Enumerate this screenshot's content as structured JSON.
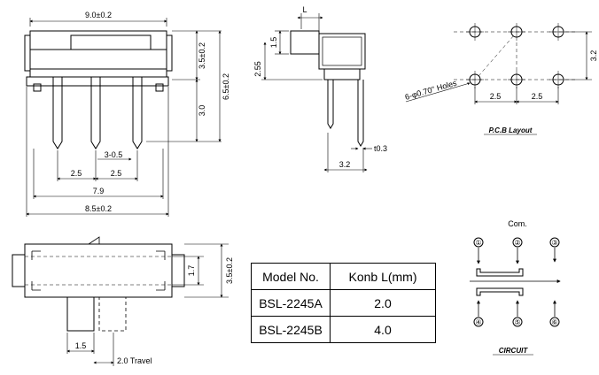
{
  "top_view": {
    "dim_width": "9.0±0.2",
    "dim_upper_height": "3.5±0.2",
    "dim_total_height": "6.5±0.2",
    "dim_pin_length": "3.0",
    "dim_pin_offset": "3-0.5",
    "dim_pitch_1": "2.5",
    "dim_pitch_2": "2.5",
    "dim_pin_span": "7.9",
    "dim_body_width": "8.5±0.2"
  },
  "side_view": {
    "dim_knob": "L",
    "dim_knob_height": "1.5",
    "dim_height": "2.55",
    "dim_thickness": "t0.3",
    "dim_depth": "3.2"
  },
  "pcb_layout": {
    "title": "P.C.B Layout",
    "holes_note": "6-φ0.70'' Holes",
    "dim_row_spacing": "3.2",
    "dim_pitch_1": "2.5",
    "dim_pitch_2": "2.5"
  },
  "bottom_view": {
    "dim_slot": "1.7",
    "dim_height": "3.5±0.2",
    "dim_knob_width": "1.5",
    "dim_travel": "2.0 Travel"
  },
  "model_table": {
    "headers": [
      "Model No.",
      "Konb L(mm)"
    ],
    "rows": [
      [
        "BSL-2245A",
        "2.0"
      ],
      [
        "BSL-2245B",
        "4.0"
      ]
    ]
  },
  "circuit": {
    "title": "CIRCUIT",
    "common_label": "Com.",
    "pins_top": [
      "①",
      "②",
      "③"
    ],
    "pins_bottom": [
      "④",
      "⑤",
      "⑥"
    ]
  }
}
